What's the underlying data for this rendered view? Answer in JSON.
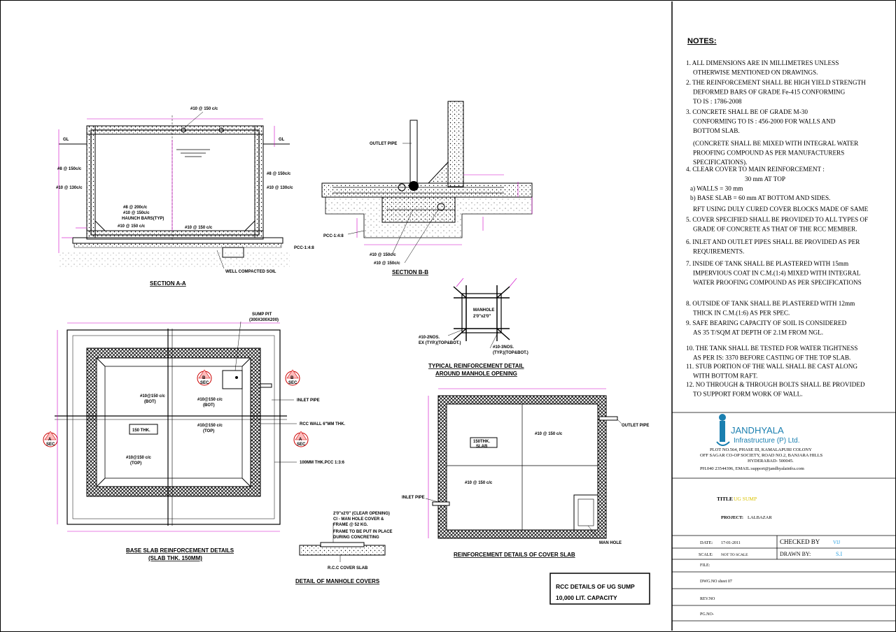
{
  "sheet": {
    "notes_heading": "NOTES:",
    "notes": [
      [
        "1. ALL DIMENSIONS ARE IN MILLIMETRES UNLESS",
        "OTHERWISE MENTIONED ON DRAWINGS."
      ],
      [
        "2. THE REINFORCEMENT SHALL BE HIGH YIELD STRENGTH",
        "DEFORMED BARS OF GRADE Fe-415 CONFORMING",
        "TO IS : 1786-2008"
      ],
      [
        "3. CONCRETE SHALL BE OF GRADE M-30",
        "CONFORMING TO IS : 456-2000 FOR WALLS AND",
        "BOTTOM SLAB."
      ],
      [
        "(CONCRETE SHALL BE MIXED WITH INTEGRAL WATER",
        "PROOFING COMPOUND AS PER MANUFACTURERS",
        "SPECIFICATIONS)."
      ],
      [
        "4. CLEAR COVER TO MAIN REINFORCEMENT :"
      ],
      [
        "30 mm AT TOP",
        "a)  WALLS          =  30 mm",
        "b)  BASE SLAB   =  60 mm AT BOTTOM AND SIDES."
      ],
      [
        "RFT USING DULY CURED COVER BLOCKS MADE OF SAME"
      ],
      [
        "5. COVER SPECIFIED SHALL BE PROVIDED TO ALL TYPES OF",
        "GRADE OF CONCRETE AS THAT OF THE RCC MEMBER."
      ],
      [
        "6. INLET AND OUTLET PIPES SHALL BE PROVIDED AS PER",
        "REQUIREMENTS."
      ],
      [
        "7. INSIDE OF TANK SHALL BE PLASTERED WITH 15mm",
        "IMPERVIOUS COAT IN C.M.(1:4) MIXED WITH INTEGRAL",
        "WATER PROOFING COMPOUND AS PER SPECIFICATIONS"
      ],
      [
        "8. OUTSIDE OF TANK SHALL BE PLASTERED WITH 12mm",
        "THICK  IN C.M.(1:6) AS PER SPEC."
      ],
      [
        "9. SAFE BEARING CAPACITY OF SOIL IS CONSIDERED",
        "AS  35 T/SQM AT DEPTH OF 2.1M FROM NGL."
      ],
      [
        "10. THE TANK SHALL BE TESTED FOR WATER TIGHTNESS",
        "AS PER IS: 3370 BEFORE CASTING OF THE TOP SLAB."
      ],
      [
        "11. STUB PORTION OF THE WALL SHALL BE CAST ALONG",
        "WITH BOTTOM RAFT."
      ],
      [
        "12. NO THROUGH & THROUGH BOLTS SHALL BE PROVIDED",
        "TO SUPPORT FORM WORK OF WALL."
      ]
    ],
    "company": {
      "name": "JANDHYALA",
      "subtitle": "Infrastructure  (P) Ltd.",
      "addr1": "PLOT NO.564, PHASE III, KAMALAPURI COLONY",
      "addr2": "OFF SAGAR CO-OP SOCIETY, ROAD NO.2, BANJARA HILLS",
      "addr3": "HYDERABAD- 500045.",
      "addr4": "PH.040 23544396, EMAIL:support@jandhyalainfra.com"
    },
    "title_block": {
      "title_label": "TITLE",
      "title_value": "UG SUMP",
      "project_label": "PROJECT:",
      "project_value": "LALBAZAR",
      "date_label": "DATE:",
      "date_value": "17-01-2011",
      "checked_label": "CHECKED BY",
      "checked_value": "VIJ",
      "scale_label": "SCALE:",
      "scale_value": "NOT TO SCALE",
      "drawn_label": "DRAWN BY:",
      "drawn_value": "S.I",
      "file_label": "FILE:",
      "dwg_label": "DWG.NO  sheet 07",
      "rev_label": "REV.NO",
      "pg_label": "PG.NO-"
    },
    "stamp": {
      "line1": "RCC DETAILS OF  UG SUMP",
      "line2": "10,000 LIT. CAPACITY"
    }
  },
  "section_aa": {
    "caption": "SECTION A-A",
    "labels": {
      "top": "#10 @ 150 c/c",
      "gl_left": "GL",
      "gl_right": "GL",
      "l1": "#8 @ 150c/c",
      "l2": "#10 @ 130c/c",
      "r1": "#8 @ 150c/c",
      "r2": "#10 @ 130c/c",
      "haunch1": "#8 @ 200c/c",
      "haunch2": "#10 @ 150c/c",
      "haunch3": "HAUNCH BARS(TYP)",
      "haunch4": "#10 @ 150 c/c",
      "bottom": "#10 @ 150 c/c",
      "pcc": "PCC-1:4:8",
      "soil": "WELL COMPACTED SOIL"
    }
  },
  "section_bb": {
    "caption": "SECTION B-B",
    "labels": {
      "outlet": "OUTLET PIPE",
      "pcc": "PCC-1:4:8",
      "bar1": "#10 @ 150c/c",
      "bar2": "#10 @ 150c/c"
    }
  },
  "manhole_detail": {
    "caption1": "TYPICAL REINFORCEMENT DETAIL",
    "caption2": "AROUND MANHOLE OPENING",
    "hole_label1": "MANHOLE",
    "hole_label2": "2'0\"x2'0\"",
    "bar_left1": "#10-2NOS.",
    "bar_left2": "EX (TYP.)(TOP&BOT.)",
    "bar_right1": "#10-3NOS.",
    "bar_right2": "(TYP.)(TOP&BOT.)"
  },
  "base_slab": {
    "caption1": "BASE SLAB REINFORCEMENT DETAILS",
    "caption2": "(SLAB THK. 150MM)",
    "sump_pit1": "SUMP PIT",
    "sump_pit2": "(300X300X200)",
    "b1": "#10@150 c/c",
    "b1b": "(BOT)",
    "b2": "#10@150 c/c",
    "b2b": "(BOT)",
    "b3": "#10@150 c/c",
    "b3b": "(TOP)",
    "b4": "#10@150 c/c",
    "b4b": "(TOP)",
    "thk": "150 THK.",
    "inlet": "INLET PIPE",
    "wall": "RCC WALL 6\"MM THK.",
    "pcc": "100MM THK.PCC 1:3:6",
    "sec_b": "B",
    "sec_a": "A",
    "sec_word": "SEC"
  },
  "cover_slab": {
    "caption": "REINFORCEMENT DETAILS OF COVER SLAB",
    "outlet": "OUTLET PIPE",
    "inlet": "INLET PIPE",
    "bar1": "#10 @ 150 c/c",
    "bar2": "#10 @ 150 c/c",
    "thk1": "150THK.",
    "thk2": "SLAB",
    "manhole": "MAN HOLE"
  },
  "manhole_cover": {
    "caption": "DETAIL OF MANHOLE COVERS",
    "l1": "2'0\"x2'0\" (CLEAR OPENING)",
    "l2": "CI - MAN HOLE COVER &",
    "l3": "FRAME @ 52 KG.",
    "l4": "FRAME TO BE PUT IN PLACE",
    "l5": "DURING CONCRETING",
    "l6": "R.C.C COVER SLAB"
  }
}
